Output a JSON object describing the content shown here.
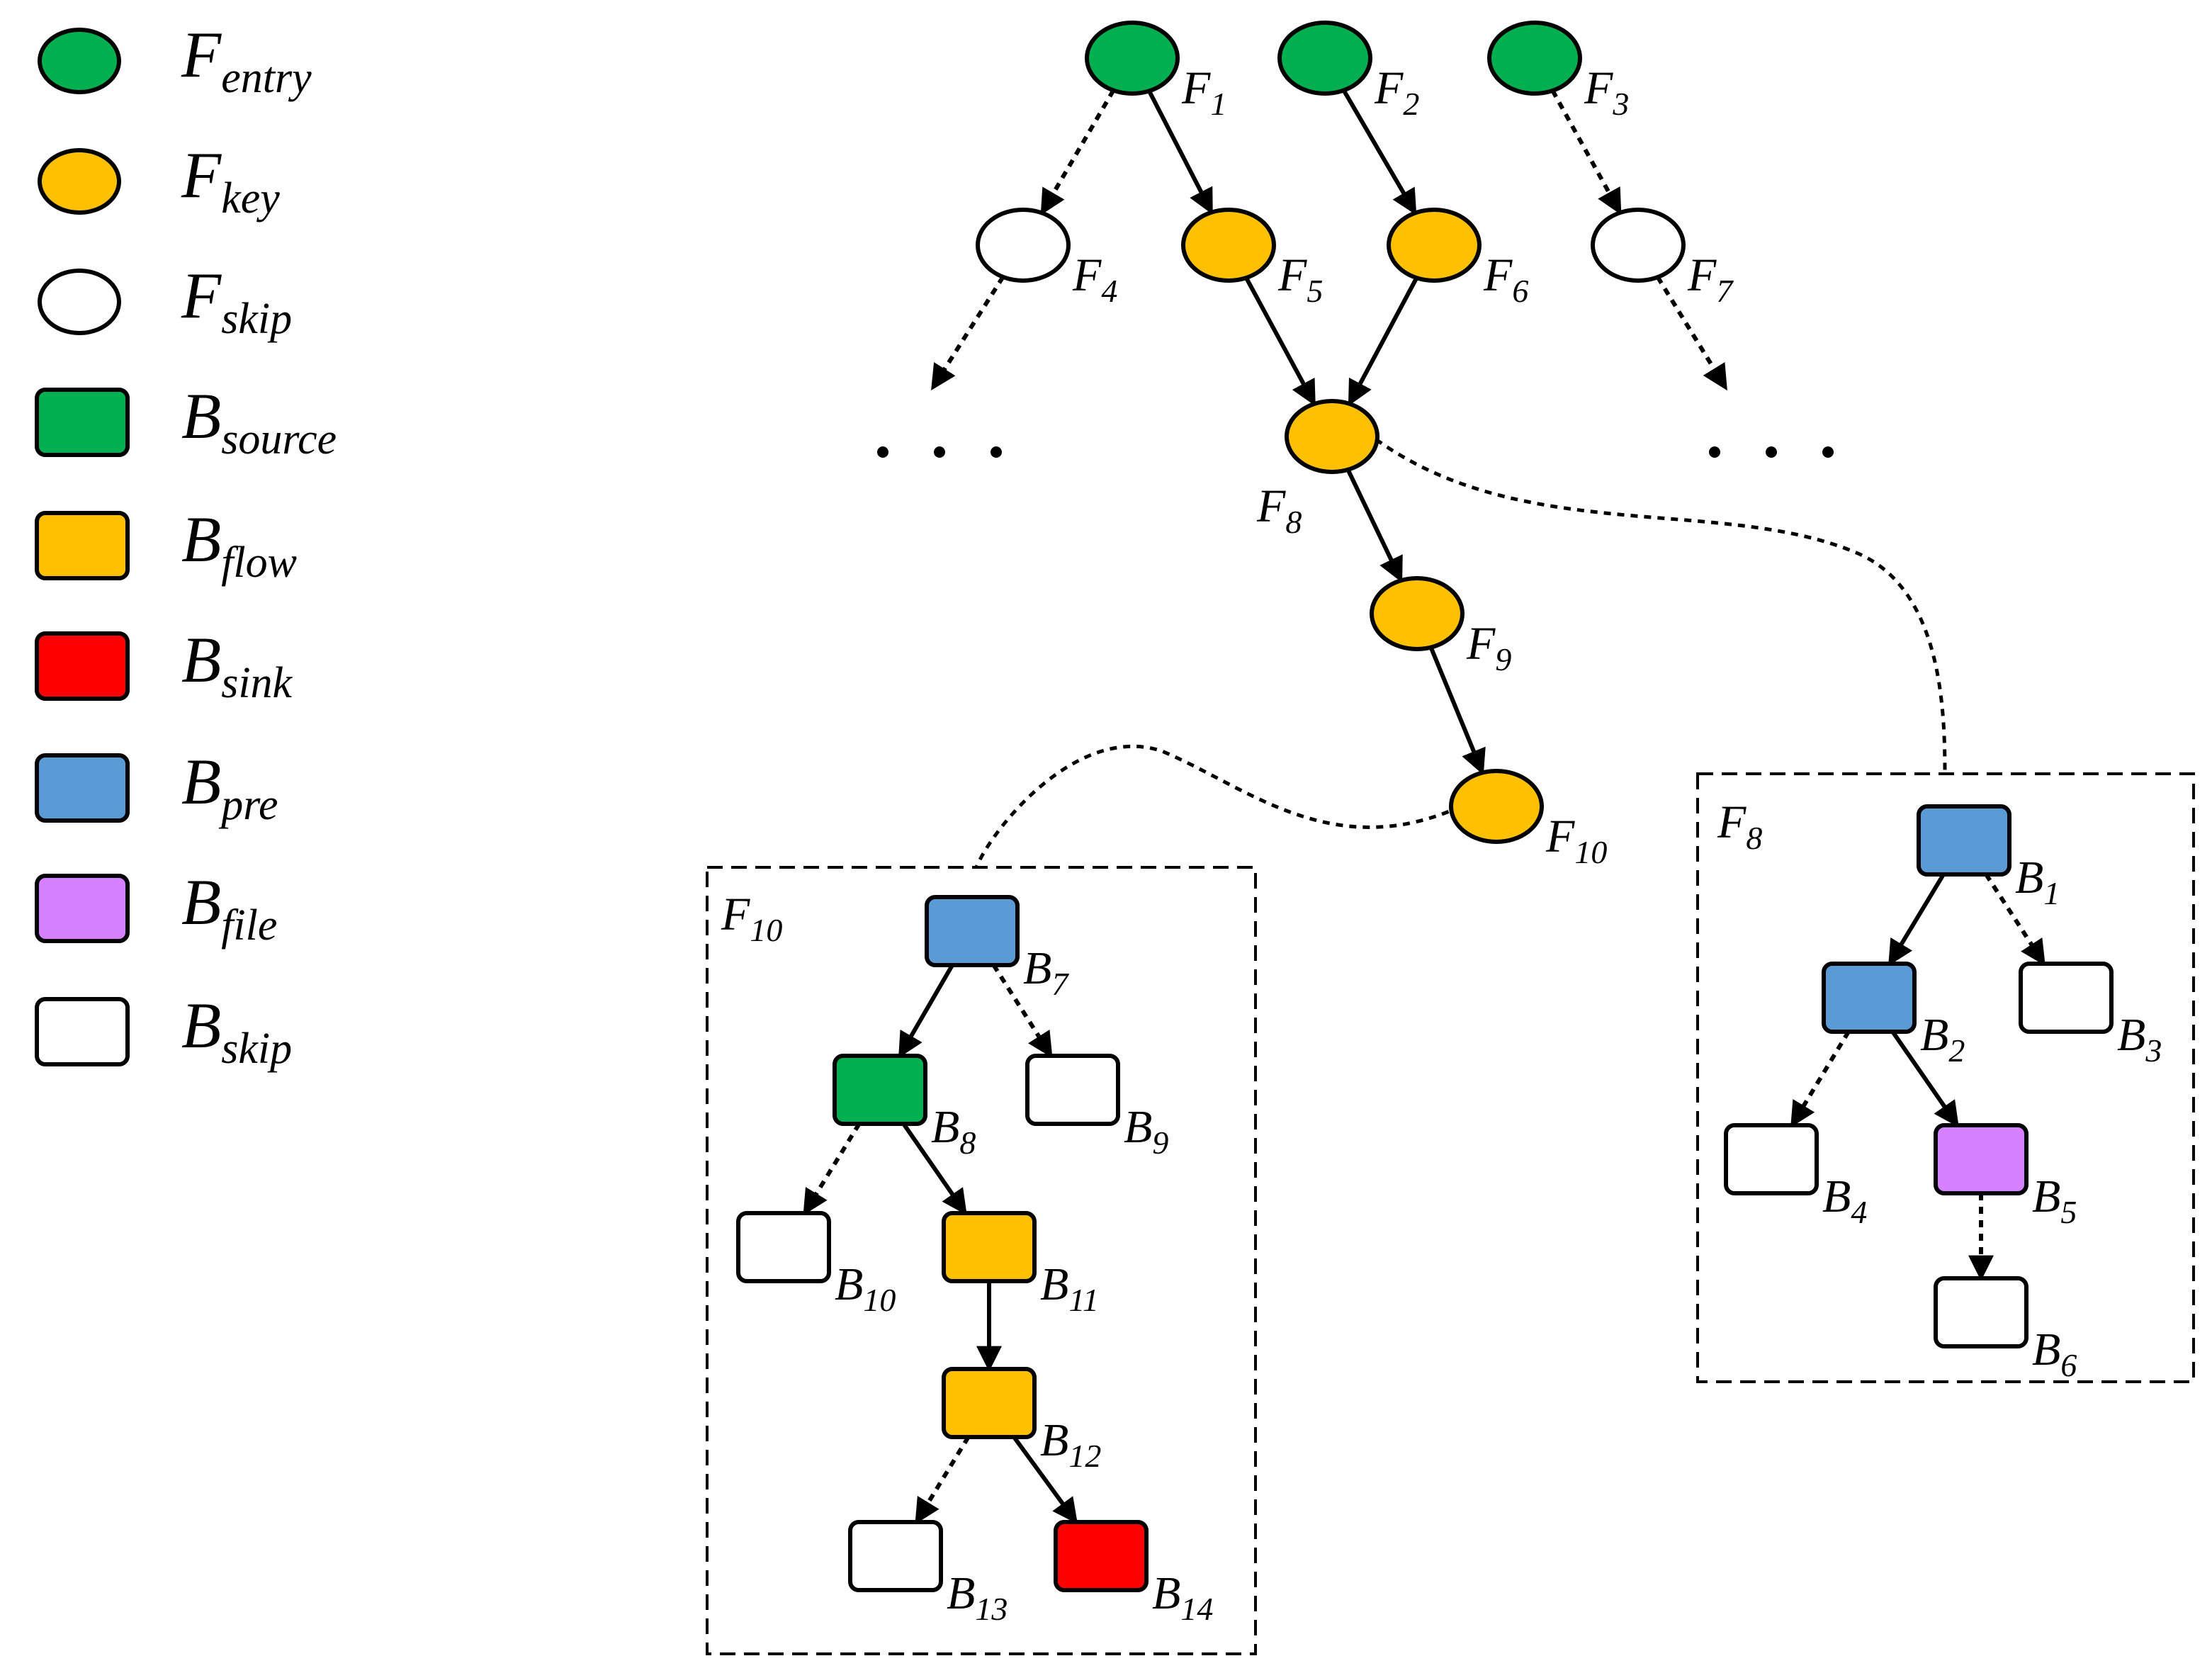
{
  "colors": {
    "green": "#00b050",
    "yellow": "#ffc000",
    "white": "#ffffff",
    "red": "#ff0000",
    "blue": "#5b9bd5",
    "purple": "#d580ff"
  },
  "legend": [
    {
      "shape": "circle",
      "color": "green",
      "main": "F",
      "sub": "entry"
    },
    {
      "shape": "circle",
      "color": "yellow",
      "main": "F",
      "sub": "key"
    },
    {
      "shape": "circle",
      "color": "white",
      "main": "F",
      "sub": "skip"
    },
    {
      "shape": "rect",
      "color": "green",
      "main": "B",
      "sub": "source"
    },
    {
      "shape": "rect",
      "color": "yellow",
      "main": "B",
      "sub": "flow"
    },
    {
      "shape": "rect",
      "color": "red",
      "main": "B",
      "sub": "sink"
    },
    {
      "shape": "rect",
      "color": "blue",
      "main": "B",
      "sub": "pre"
    },
    {
      "shape": "rect",
      "color": "purple",
      "main": "B",
      "sub": "file"
    },
    {
      "shape": "rect",
      "color": "white",
      "main": "B",
      "sub": "skip"
    }
  ],
  "function_nodes": [
    {
      "id": "F1",
      "main": "F",
      "sub": "1",
      "color": "green"
    },
    {
      "id": "F2",
      "main": "F",
      "sub": "2",
      "color": "green"
    },
    {
      "id": "F3",
      "main": "F",
      "sub": "3",
      "color": "green"
    },
    {
      "id": "F4",
      "main": "F",
      "sub": "4",
      "color": "white"
    },
    {
      "id": "F5",
      "main": "F",
      "sub": "5",
      "color": "yellow"
    },
    {
      "id": "F6",
      "main": "F",
      "sub": "6",
      "color": "yellow"
    },
    {
      "id": "F7",
      "main": "F",
      "sub": "7",
      "color": "white"
    },
    {
      "id": "F8",
      "main": "F",
      "sub": "8",
      "color": "yellow"
    },
    {
      "id": "F9",
      "main": "F",
      "sub": "9",
      "color": "yellow"
    },
    {
      "id": "F10",
      "main": "F",
      "sub": "10",
      "color": "yellow"
    }
  ],
  "function_edges": [
    {
      "from": "F1",
      "to": "F4",
      "style": "dashed"
    },
    {
      "from": "F1",
      "to": "F5",
      "style": "solid"
    },
    {
      "from": "F2",
      "to": "F6",
      "style": "solid"
    },
    {
      "from": "F3",
      "to": "F7",
      "style": "dashed"
    },
    {
      "from": "F4",
      "to": "more-left",
      "style": "dashed"
    },
    {
      "from": "F7",
      "to": "more-right",
      "style": "dashed"
    },
    {
      "from": "F5",
      "to": "F8",
      "style": "solid"
    },
    {
      "from": "F6",
      "to": "F8",
      "style": "solid"
    },
    {
      "from": "F8",
      "to": "F9",
      "style": "solid"
    },
    {
      "from": "F9",
      "to": "F10",
      "style": "solid"
    }
  ],
  "subgraphs": [
    {
      "id": "F8",
      "title_main": "F",
      "title_sub": "8",
      "nodes": [
        {
          "id": "B1",
          "main": "B",
          "sub": "1",
          "color": "blue"
        },
        {
          "id": "B2",
          "main": "B",
          "sub": "2",
          "color": "blue"
        },
        {
          "id": "B3",
          "main": "B",
          "sub": "3",
          "color": "white"
        },
        {
          "id": "B4",
          "main": "B",
          "sub": "4",
          "color": "white"
        },
        {
          "id": "B5",
          "main": "B",
          "sub": "5",
          "color": "purple"
        },
        {
          "id": "B6",
          "main": "B",
          "sub": "6",
          "color": "white"
        }
      ],
      "edges": [
        {
          "from": "B1",
          "to": "B2",
          "style": "solid"
        },
        {
          "from": "B1",
          "to": "B3",
          "style": "dashed"
        },
        {
          "from": "B2",
          "to": "B4",
          "style": "dashed"
        },
        {
          "from": "B2",
          "to": "B5",
          "style": "solid"
        },
        {
          "from": "B5",
          "to": "B6",
          "style": "dashed"
        }
      ]
    },
    {
      "id": "F10",
      "title_main": "F",
      "title_sub": "10",
      "nodes": [
        {
          "id": "B7",
          "main": "B",
          "sub": "7",
          "color": "blue"
        },
        {
          "id": "B8",
          "main": "B",
          "sub": "8",
          "color": "green"
        },
        {
          "id": "B9",
          "main": "B",
          "sub": "9",
          "color": "white"
        },
        {
          "id": "B10",
          "main": "B",
          "sub": "10",
          "color": "white"
        },
        {
          "id": "B11",
          "main": "B",
          "sub": "11",
          "color": "yellow"
        },
        {
          "id": "B12",
          "main": "B",
          "sub": "12",
          "color": "yellow"
        },
        {
          "id": "B13",
          "main": "B",
          "sub": "13",
          "color": "white"
        },
        {
          "id": "B14",
          "main": "B",
          "sub": "14",
          "color": "red"
        }
      ],
      "edges": [
        {
          "from": "B7",
          "to": "B8",
          "style": "solid"
        },
        {
          "from": "B7",
          "to": "B9",
          "style": "dashed"
        },
        {
          "from": "B8",
          "to": "B10",
          "style": "dashed"
        },
        {
          "from": "B8",
          "to": "B11",
          "style": "solid"
        },
        {
          "from": "B11",
          "to": "B12",
          "style": "solid"
        },
        {
          "from": "B12",
          "to": "B13",
          "style": "dashed"
        },
        {
          "from": "B12",
          "to": "B14",
          "style": "solid"
        }
      ]
    }
  ]
}
